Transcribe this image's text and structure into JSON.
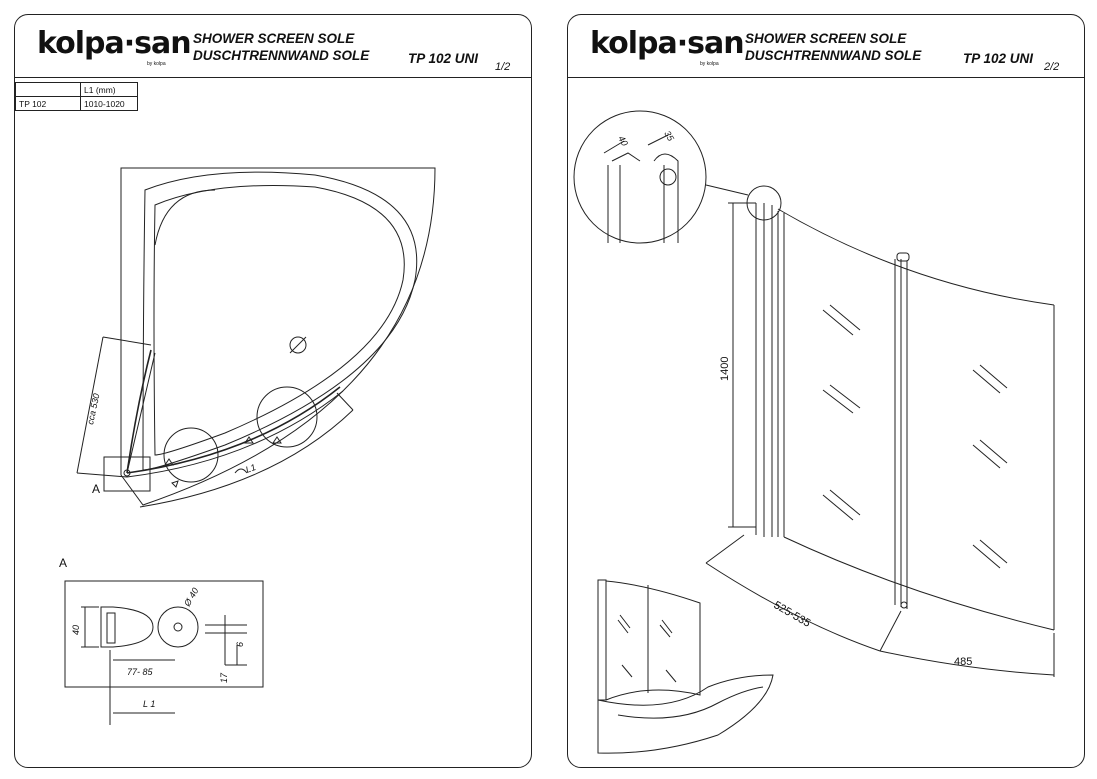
{
  "sheet1": {
    "logo": "kolpa·san",
    "logo_small": "by kolpa",
    "title_line1": "SHOWER SCREEN SOLE",
    "title_line2": "DUSCHTRENNWAND SOLE",
    "code": "TP 102  UNI",
    "page": "1/2",
    "table": {
      "header": [
        "",
        "L1 (mm)"
      ],
      "rows": [
        [
          "TP 102",
          "1010-1020"
        ]
      ]
    },
    "labels": {
      "width_dim": "cca 530",
      "length": "L1",
      "detail_marker": "A",
      "detail_title": "A",
      "dim_40": "40",
      "dim_dia40": "Ø 40",
      "dim_6": "6",
      "dim_17": "17",
      "dim_77_85": "77- 85",
      "dim_L1": "L 1"
    }
  },
  "sheet2": {
    "logo": "kolpa·san",
    "logo_small": "by kolpa",
    "title_line1": "SHOWER SCREEN SOLE",
    "title_line2": "DUSCHTRENNWAND SOLE",
    "code": "TP 102  UNI",
    "page": "2/2",
    "labels": {
      "dim_40": "40",
      "dim_35": "35",
      "height": "1400",
      "width1": "525-535",
      "width2": "485"
    }
  }
}
